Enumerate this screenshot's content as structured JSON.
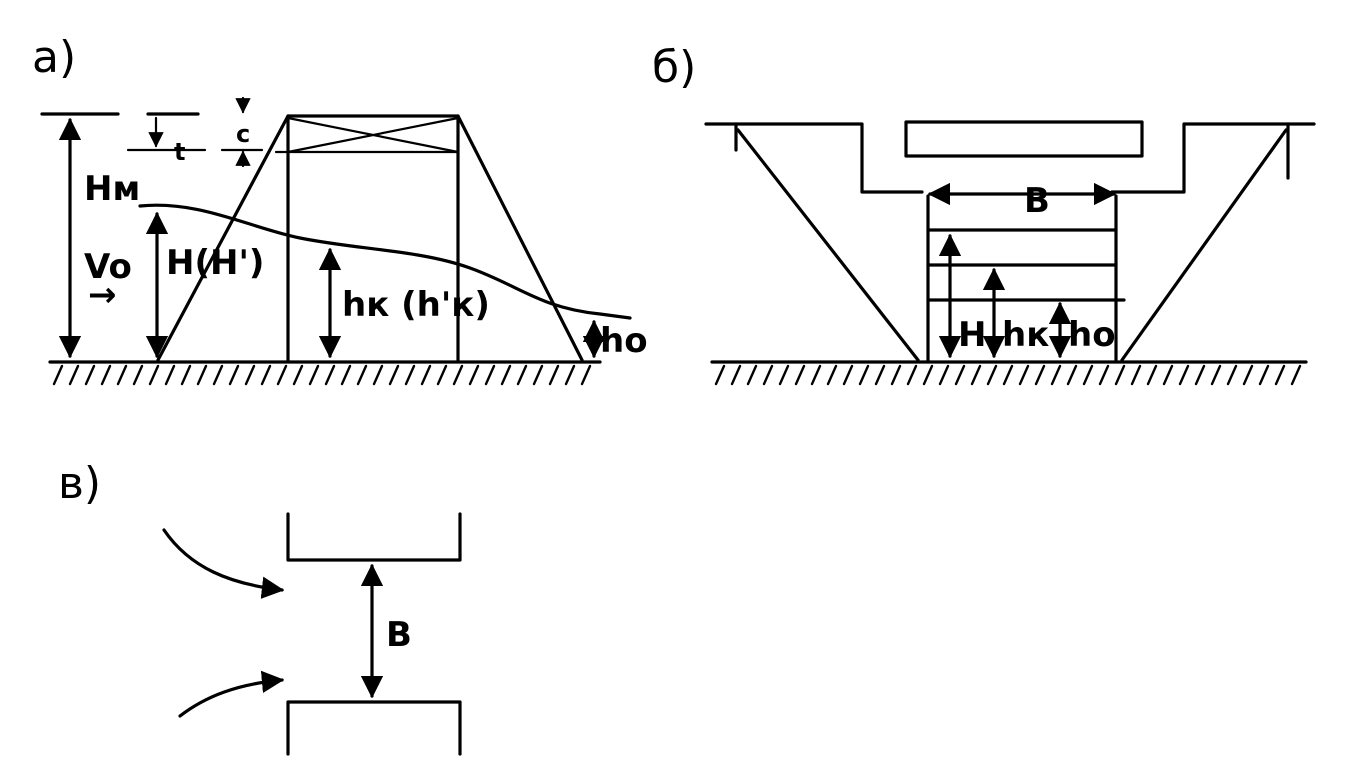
{
  "panels": {
    "a": {
      "label": "a)",
      "labels": {
        "Hm": "Hм",
        "V0": "Vo",
        "flow_arrow": "→",
        "t": "t",
        "c": "c",
        "H": "H(H')",
        "hk": "hк (h'к)",
        "h0": "ho"
      }
    },
    "b": {
      "label": "б)",
      "labels": {
        "B": "B",
        "H": "H",
        "hk": "hк",
        "h0": "ho"
      }
    },
    "c": {
      "label": "в)",
      "labels": {
        "B": "B"
      }
    }
  }
}
